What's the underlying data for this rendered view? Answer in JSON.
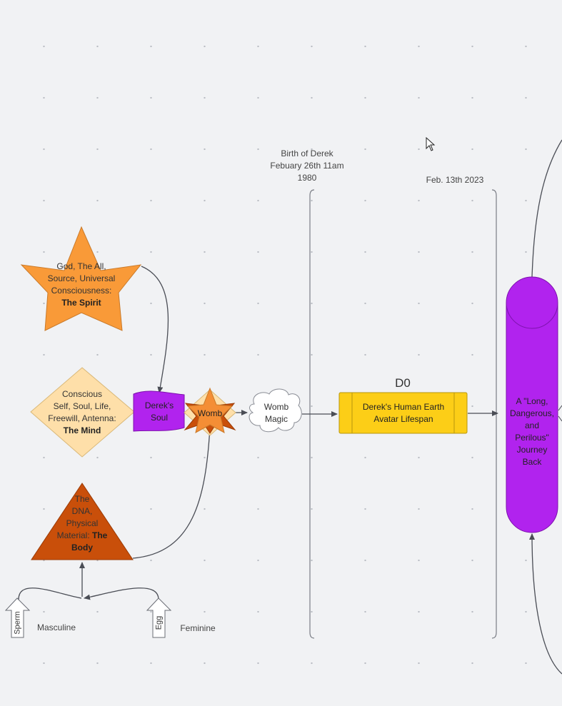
{
  "annotations": {
    "birth_line1": "Birth of Derek",
    "birth_line2": "Febuary 26th 11am",
    "birth_line3": "1980",
    "end_date": "Feb. 13th 2023"
  },
  "nodes": {
    "spirit": {
      "line1": "God, The All,",
      "line2": "Source, Universal",
      "line3": "Consciousness:",
      "bold": "The Spirit"
    },
    "mind": {
      "line1": "Conscious",
      "line2": "Self, Soul, Life,",
      "line3": "Freewill, Antenna:",
      "bold": "The Mind"
    },
    "body": {
      "line1": "The",
      "line2": "DNA,",
      "line3": "Physical",
      "line4": "Material: ",
      "bold1": "The",
      "bold2": "Body"
    },
    "soul": {
      "line1": "Derek's",
      "line2": "Soul"
    },
    "womb": {
      "label": "Womb"
    },
    "womb_magic": {
      "line1": "Womb",
      "line2": "Magic"
    },
    "lifespan": {
      "title": "D0",
      "line1": "Derek's Human Earth",
      "line2": "Avatar Lifespan"
    },
    "journey": {
      "line1": "A \"Long,",
      "line2": "Dangerous,",
      "line3": "and",
      "line4": "Perilous\"",
      "line5": "Journey",
      "line6": "Back"
    },
    "sperm": {
      "label": "Sperm",
      "caption": "Masculine"
    },
    "egg": {
      "label": "Egg",
      "caption": "Feminine"
    }
  },
  "colors": {
    "spirit": "#f99a38",
    "mind": "#fedfa9",
    "body": "#c94f0a",
    "soul": "#b123ee",
    "womb": "#f48e35",
    "lifespan": "#fcce17",
    "journey": "#b123ee",
    "connector": "#4a4d55"
  }
}
